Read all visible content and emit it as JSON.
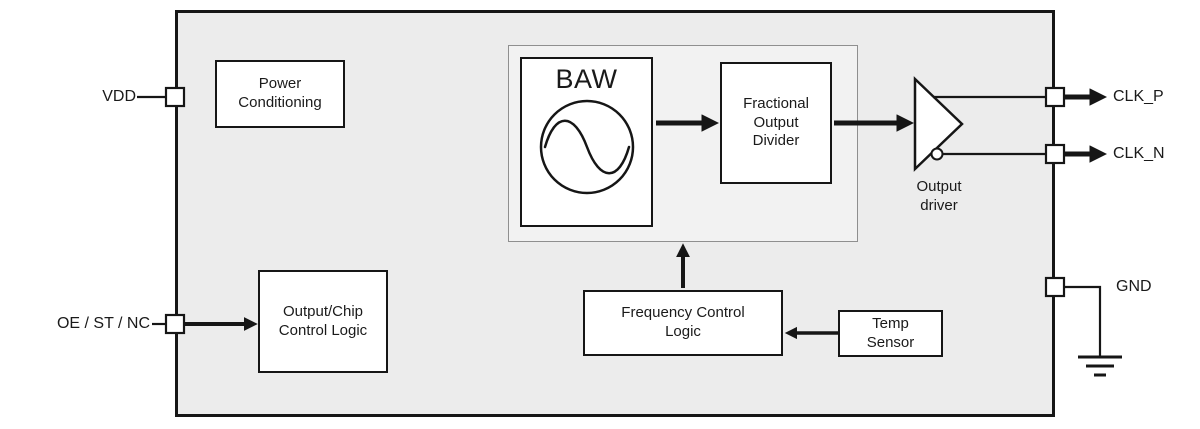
{
  "diagram": {
    "pins": {
      "vdd": "VDD",
      "oe_st_nc": "OE / ST / NC",
      "clk_p": "CLK_P",
      "clk_n": "CLK_N",
      "gnd": "GND"
    },
    "blocks": {
      "power_conditioning": "Power\nConditioning",
      "baw": "BAW",
      "fractional_output_divider": "Fractional\nOutput\nDivider",
      "output_chip_control_logic": "Output/Chip\nControl Logic",
      "frequency_control_logic": "Frequency Control\nLogic",
      "temp_sensor": "Temp\nSensor",
      "output_driver": "Output\ndriver"
    },
    "colors": {
      "chip_fill": "#ececec",
      "inner_fill": "#f2f2f2",
      "block_fill": "#ffffff",
      "line": "#1a1a1a"
    }
  }
}
